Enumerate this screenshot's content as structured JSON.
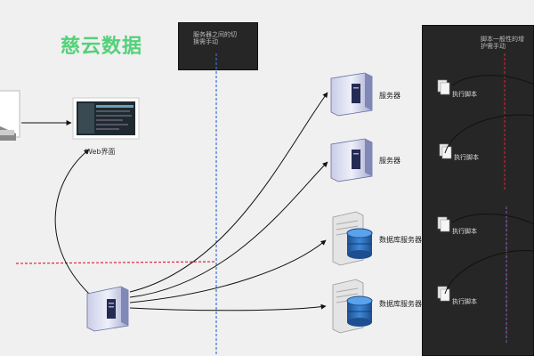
{
  "watermark": "慈云数据",
  "note": {
    "line1": "服务器之间的切",
    "line2": "换需手动"
  },
  "panel_note": {
    "line1": "脚本一般性的增",
    "line2": "护需手动"
  },
  "web_label": "Web界面",
  "servers": [
    {
      "label": "服务器"
    },
    {
      "label": "服务器"
    },
    {
      "label": "数据库服务器"
    },
    {
      "label": "数据库服务器"
    }
  ],
  "scripts": [
    {
      "label": "执行脚本"
    },
    {
      "label": "执行脚本"
    },
    {
      "label": "执行脚本"
    },
    {
      "label": "执行脚本"
    }
  ],
  "colors": {
    "blue_divider": "#3b6fd8",
    "red_divider": "#e0243a",
    "panel": "#262626"
  },
  "icons": [
    "laptop-icon",
    "monitor-icon",
    "server-icon",
    "database-server-icon",
    "script-document-icon"
  ]
}
